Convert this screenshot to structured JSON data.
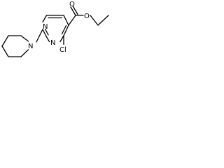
{
  "atoms": {
    "n_ring_upper": "N",
    "n_ring_lower": "N",
    "n_piperidine": "N",
    "chloro": "Cl",
    "o_carbonyl": "O",
    "o_ester": "O"
  }
}
